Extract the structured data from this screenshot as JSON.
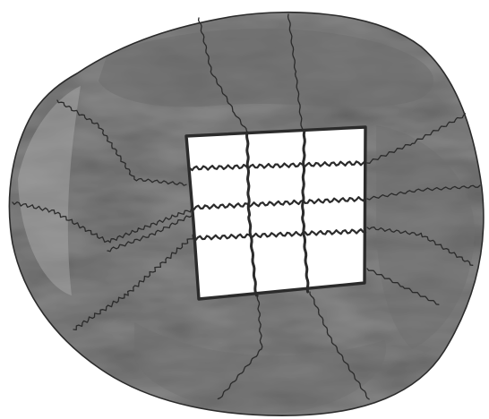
{
  "figure": {
    "description_free": true,
    "colors": {
      "background": "#ffffff",
      "wash_mid": "#8a8a8a",
      "wash_dark": "#6e6e6e",
      "wash_light": "#a9a9a9",
      "ink": "#2b2b2b",
      "window_fill": "#ffffff"
    },
    "grid": {
      "columns": 3,
      "rows": 4,
      "line_style": "wavy horizontal, straight vertical"
    },
    "radiating_lines": {
      "left_count": 4,
      "right_count": 4,
      "top_count": 2,
      "bottom_count": 2,
      "style": "wavy"
    }
  }
}
